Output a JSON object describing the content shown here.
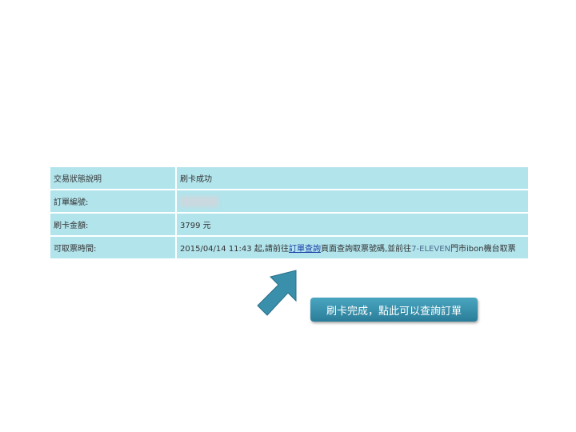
{
  "rows": [
    {
      "label": "交易狀態說明",
      "value": "刷卡成功"
    },
    {
      "label": "訂單編號:",
      "value": ""
    },
    {
      "label": "刷卡金額:",
      "value": "3799 元"
    },
    {
      "label": "可取票時間:",
      "value_prefix": "2015/04/14 11:43 起,請前往",
      "link": "訂單查詢",
      "value_mid": "頁面查詢取票號碼,並前往",
      "store": "7-ELEVEN",
      "value_suffix": "門市ibon機台取票"
    }
  ],
  "callout": {
    "label": "刷卡完成，點此可以查詢訂單"
  },
  "colors": {
    "row_bg": "#b2e4ec",
    "border": "#9d8fc9",
    "callout": "#3a92ad"
  }
}
